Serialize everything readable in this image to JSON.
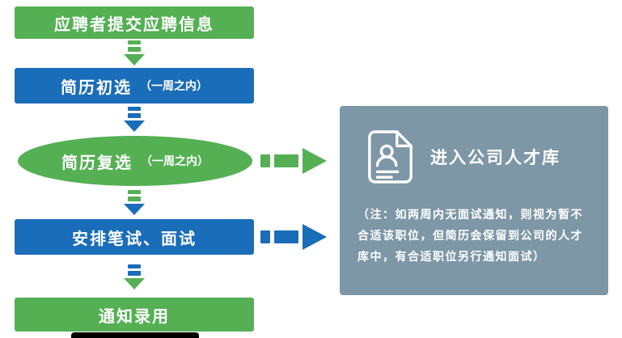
{
  "flow": {
    "steps": [
      {
        "label": "应聘者提交应聘信息"
      },
      {
        "label": "简历初选",
        "sub": "（一周之内）"
      },
      {
        "label": "简历复选",
        "sub": "（一周之内）"
      },
      {
        "label": "安排笔试、面试"
      },
      {
        "label": "通知录用"
      }
    ]
  },
  "panel": {
    "title": "进入公司人才库",
    "note": "（注：如两周内无面试通知，则视为暂不合适该职位，但简历会保留到公司的人才库中，有合适职位另行通知面试）",
    "icon": "resume-icon"
  },
  "colors": {
    "green": "#55B054",
    "blue": "#1A6DB8",
    "panel_bg": "#7D97A6",
    "text": "#FFFFFF"
  }
}
